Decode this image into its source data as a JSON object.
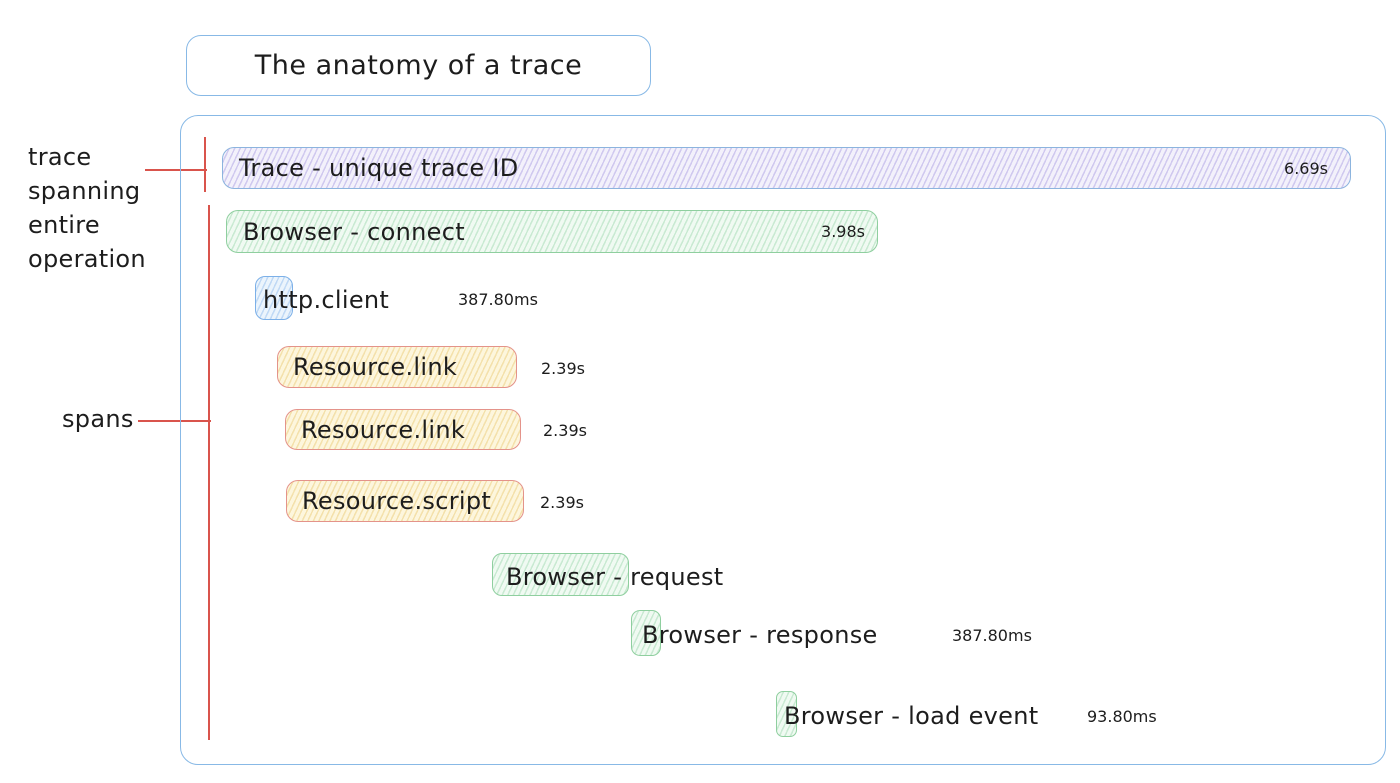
{
  "title": "The anatomy of a trace",
  "annotations": {
    "trace_label_lines": [
      "trace",
      "spanning",
      "entire",
      "operation"
    ],
    "spans_label": "spans"
  },
  "trace": {
    "label": "Trace - unique trace ID",
    "duration": "6.69s"
  },
  "spans": [
    {
      "label": "Browser - connect",
      "duration": "3.98s"
    },
    {
      "label": "http.client",
      "duration": "387.80ms"
    },
    {
      "label": "Resource.link",
      "duration": "2.39s"
    },
    {
      "label": "Resource.link",
      "duration": "2.39s"
    },
    {
      "label": "Resource.script",
      "duration": "2.39s"
    },
    {
      "label": "Browser - request",
      "duration": ""
    },
    {
      "label": "Browser - response",
      "duration": "387.80ms"
    },
    {
      "label": "Browser - load event",
      "duration": "93.80ms"
    }
  ],
  "colors": {
    "outline_blue": "#88b9e6",
    "annotation_red": "#d9544c",
    "trace_hatch_purple": "#9687dc",
    "span_green_border": "#8fcf9f",
    "span_blue_border": "#7cb0e8",
    "resource_red_border": "#e4938a",
    "resource_yellow_fill": "#fdf6dd",
    "text": "#1d1d1d"
  }
}
